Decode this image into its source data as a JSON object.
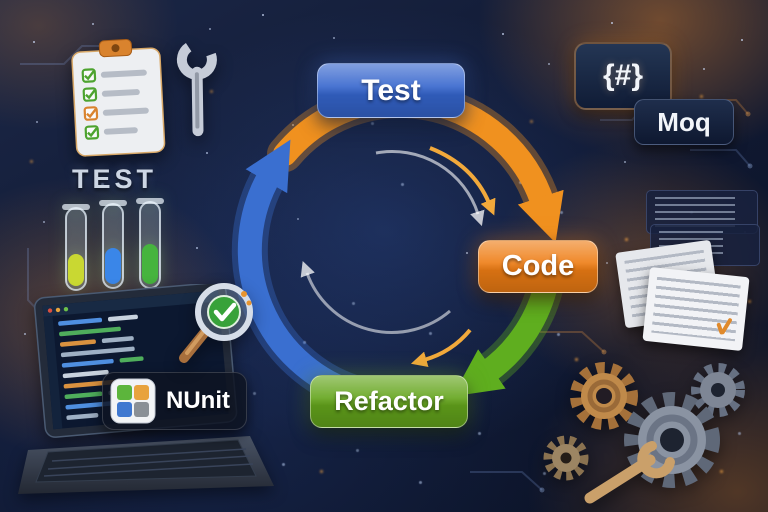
{
  "cycle": {
    "nodes": [
      {
        "id": "test",
        "label": "Test",
        "color": "#3565cd",
        "arrow_color": "#f0911f"
      },
      {
        "id": "code",
        "label": "Code",
        "color": "#ee7d14",
        "arrow_color": "#5fae1f"
      },
      {
        "id": "refactor",
        "label": "Refactor",
        "color": "#64a51c",
        "arrow_color": "#3a6fd0"
      }
    ]
  },
  "left_panel": {
    "checklist_heading": "TEST",
    "nunit_label": "NUnit"
  },
  "right_panel": {
    "csharp_symbol": "{#}",
    "moq_label": "Moq"
  },
  "colors": {
    "background": "#111a34",
    "glow_orange": "#f08a1d",
    "arrow_orange": "#f0911f",
    "arrow_green": "#5fae1f",
    "arrow_blue": "#3a6fd0"
  },
  "icons": [
    "clipboard-checklist-icon",
    "wrench-icon",
    "test-tubes-icon",
    "laptop-code-icon",
    "nunit-logo-icon",
    "magnifier-check-icon",
    "csharp-braces-badge",
    "moq-badge",
    "code-snippet-panels",
    "code-paper-stack",
    "gears-icon"
  ]
}
